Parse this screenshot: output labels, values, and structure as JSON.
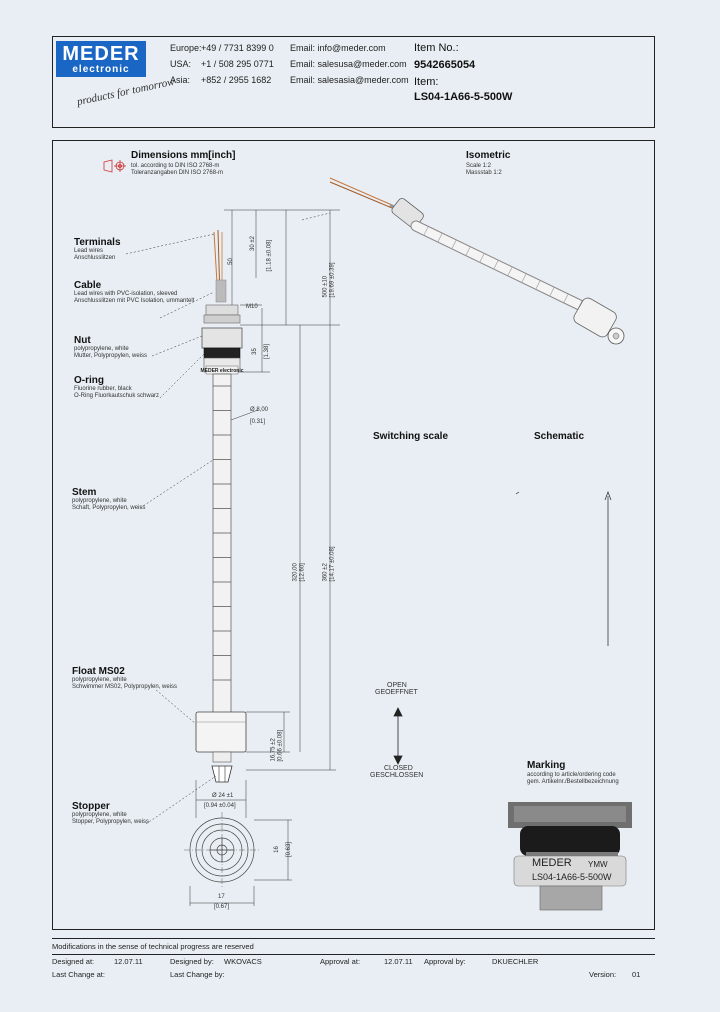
{
  "header": {
    "logo_line1": "MEDER",
    "logo_line2": "electronic",
    "signature": "products for tomorrow",
    "contacts": [
      {
        "region": "Europe:",
        "phone": "+49 / 7731 8399 0",
        "email": "Email: info@meder.com"
      },
      {
        "region": "USA:",
        "phone": "+1 / 508 295 0771",
        "email": "Email: salesusa@meder.com"
      },
      {
        "region": "Asia:",
        "phone": "+852 / 2955 1682",
        "email": "Email: salesasia@meder.com"
      }
    ],
    "item_no_label": "Item No.:",
    "item_no": "9542665054",
    "item_label": "Item:",
    "item": "LS04-1A66-5-500W"
  },
  "drawing": {
    "dimensions_title": "Dimensions mm[inch]",
    "dimensions_sub1": "tol. according to DIN ISO 2768-m",
    "dimensions_sub2": "Toleranzangaben DIN ISO 2768-m",
    "isometric_title": "Isometric",
    "isometric_sub1": "Scale 1:2",
    "isometric_sub2": "Massstab 1:2",
    "switching_scale": "Switching scale",
    "schematic": "Schematic",
    "open_label": "OPEN",
    "open_label_de": "GEOEFFNET",
    "closed_label": "CLOSED",
    "closed_label_de": "GESCHLOSSEN",
    "marking_title": "Marking",
    "marking_sub1": "according to article/ordering code",
    "marking_sub2": "gem. Artikelnr./Bestellbezeichnung",
    "marking_text1": "MEDER",
    "marking_text2": "YMW",
    "marking_text3": "LS04-1A66-5-500W",
    "sections": [
      {
        "title": "Terminals",
        "sub1": "Lead wires",
        "sub2": "Anschlusslitzen"
      },
      {
        "title": "Cable",
        "sub1": "Lead wires with PVC-isolation, sleeved",
        "sub2": "Anschlusslitzen mit PVC Isolation, ummantelt"
      },
      {
        "title": "Nut",
        "sub1": "polypropylene, white",
        "sub2": "Mutter, Polypropylen, weiss"
      },
      {
        "title": "O-ring",
        "sub1": "Fluorine rubber, black",
        "sub2": "O-Ring Fluorkautschuk schwarz"
      },
      {
        "title": "Stem",
        "sub1": "polypropylene, white",
        "sub2": "Schaft, Polypropylen, weiss"
      },
      {
        "title": "Float MS02",
        "sub1": "polypropylene, white",
        "sub2": "Schwimmer MS02, Polypropylen, weiss"
      },
      {
        "title": "Stopper",
        "sub1": "polypropylene, white",
        "sub2": "Stopper, Polypropylen, weiss"
      }
    ],
    "dims": {
      "d50": "50",
      "d30": "30 ±2",
      "d30in": "[1.18 ±0.08]",
      "d500": "500 ±10",
      "d500in": "[19.69 ±0.39]",
      "m10": "M10",
      "d35": "35",
      "d35in": "[1.38]",
      "d8": "Ø 8,00",
      "d8in": "[0.31]",
      "d320": "320,00",
      "d320in": "[12.60]",
      "d360": "360 ±2",
      "d360in": "[14.17 ±0.08]",
      "d1675": "16,75 ±2",
      "d1675in": "[0.66 ±0.08]",
      "d24": "Ø 24 ±1",
      "d24in": "[0.94 ±0.04]",
      "d16": "16",
      "d16in": "[0.63]",
      "d17": "17",
      "d17in": "[0.67]"
    }
  },
  "footer": {
    "note": "Modifications in the sense of technical progress are reserved",
    "designed_at_label": "Designed at:",
    "designed_at": "12.07.11",
    "designed_by_label": "Designed by:",
    "designed_by": "WKOVACS",
    "approval_at_label": "Approval at:",
    "approval_at": "12.07.11",
    "approval_by_label": "Approval by:",
    "approval_by": "DKUECHLER",
    "last_change_at_label": "Last Change at:",
    "last_change_at": "",
    "last_change_by_label": "Last Change by:",
    "last_change_by": "",
    "version_label": "Version:",
    "version": "01"
  }
}
